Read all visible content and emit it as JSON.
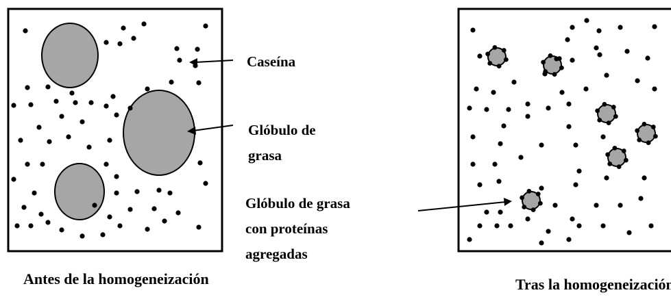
{
  "labels": {
    "casein": "Caseína",
    "fat_globule_line1": "Glóbulo de",
    "fat_globule_line2": "grasa",
    "aggregated_line1": "Glóbulo de grasa",
    "aggregated_line2": "con proteínas",
    "aggregated_line3": "agregadas"
  },
  "captions": {
    "before": "Antes de la homogeneización",
    "after": "Tras la homogeneización"
  },
  "colors": {
    "globule_fill": "#a6a6a6",
    "outline": "#000000",
    "background": "#ffffff"
  }
}
